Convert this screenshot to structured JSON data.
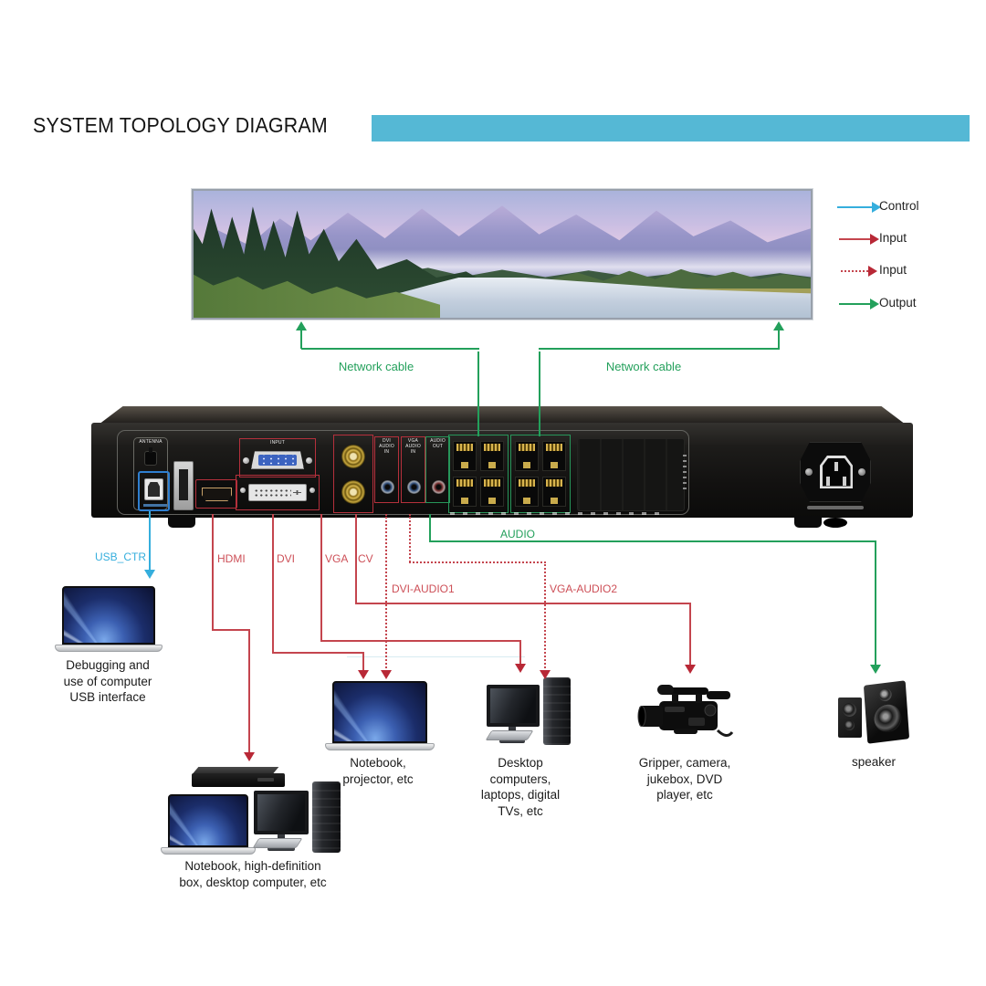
{
  "title": "SYSTEM TOPOLOGY DIAGRAM",
  "colors": {
    "accent-bar": "#55b8d5",
    "control": "#35aedd",
    "input": "#c4454e",
    "input-head": "#b82836",
    "input-label": "#cd4f57",
    "output": "#23a05b",
    "red-outline": "#b5303c",
    "green-outline": "#27965a",
    "blue-outline": "#2f7fd0"
  },
  "legend": [
    {
      "label": "Control",
      "style": "solid",
      "color": "control"
    },
    {
      "label": "Input",
      "style": "solid",
      "color": "input"
    },
    {
      "label": "Input",
      "style": "dotted",
      "color": "input"
    },
    {
      "label": "Output",
      "style": "solid",
      "color": "output"
    }
  ],
  "connections": {
    "network_left": "Network cable",
    "network_right": "Network cable",
    "usb": "USB_CTR",
    "hdmi": "HDMI",
    "dvi": "DVI",
    "vga": "VGA",
    "cv": "CV",
    "audio": "AUDIO",
    "dvi_audio1": "DVI-AUDIO1",
    "vga_audio2": "VGA-AUDIO2"
  },
  "device": {
    "ports": {
      "antenna": "ANTENNA",
      "vga_input": "INPUT",
      "dvi_audio_in": "DVI\nAUDIO\nIN",
      "vga_audio_in": "VGA\nAUDIO\nIN",
      "audio_out": "AUDIO\nOUT"
    }
  },
  "captions": {
    "debug_computer": "Debugging and\nuse of computer\nUSB interface",
    "notebook_projector": "Notebook,\nprojector, etc",
    "desktop_computers": "Desktop\ncomputers,\nlaptops, digital\nTVs, etc",
    "gripper_camera": "Gripper, camera,\njukebox, DVD\nplayer, etc",
    "speaker": "speaker",
    "notebook_hd": "Notebook, high-definition\nbox, desktop computer, etc"
  }
}
